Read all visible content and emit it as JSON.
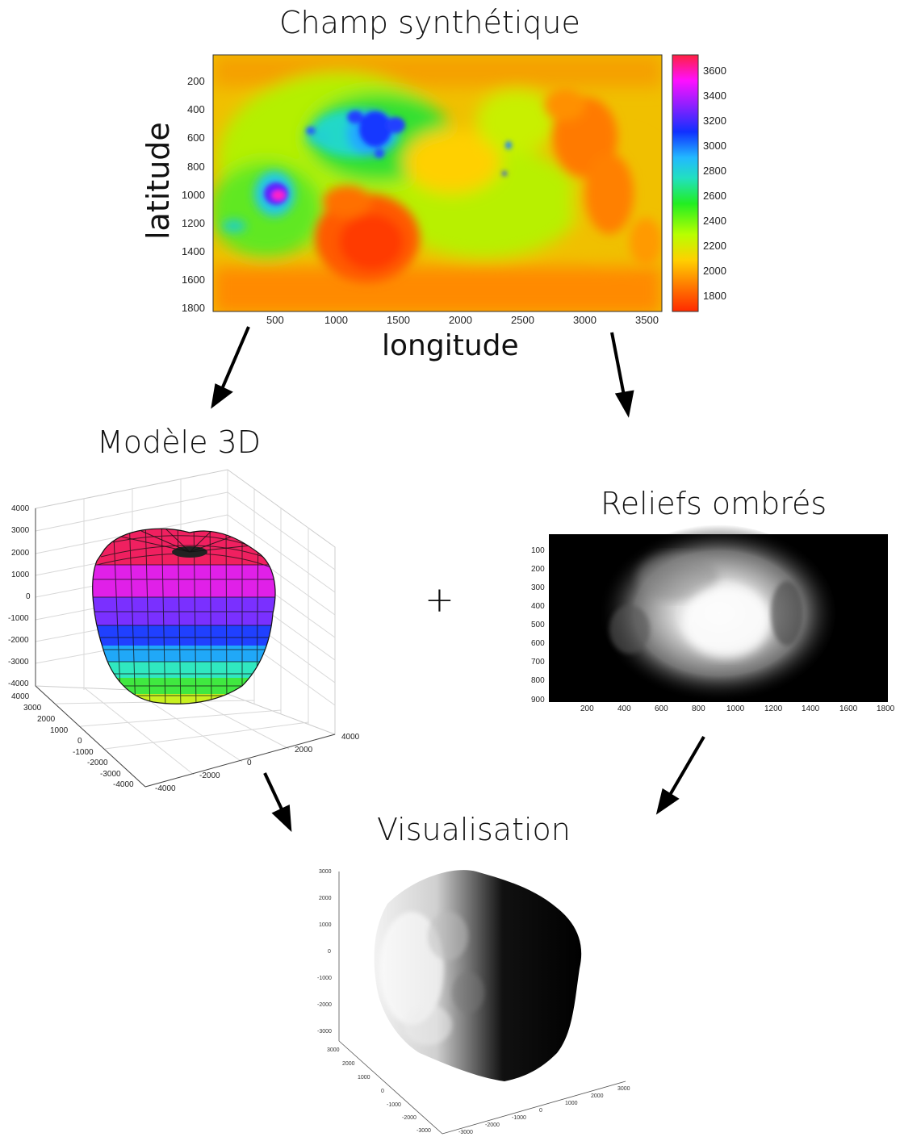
{
  "titles": {
    "champ": "Champ synthétique",
    "modele": "Modèle 3D",
    "reliefs": "Reliefs ombrés",
    "visualisation": "Visualisation",
    "plus": "+"
  },
  "heatmap": {
    "xlabel": "longitude",
    "ylabel": "latitude",
    "x_ticks": [
      "500",
      "1000",
      "1500",
      "2000",
      "2500",
      "3000",
      "3500"
    ],
    "y_ticks": [
      "200",
      "400",
      "600",
      "800",
      "1000",
      "1200",
      "1400",
      "1600",
      "1800"
    ],
    "colorbar_ticks": [
      "3600",
      "3400",
      "3200",
      "3000",
      "2800",
      "2600",
      "2400",
      "2200",
      "2000",
      "1800"
    ]
  },
  "model3d": {
    "z_ticks": [
      "4000",
      "3000",
      "2000",
      "1000",
      "0",
      "-1000",
      "-2000",
      "-3000",
      "-4000"
    ],
    "y_ticks": [
      "4000",
      "3000",
      "2000",
      "1000",
      "0",
      "-1000",
      "-2000",
      "-3000",
      "-4000"
    ],
    "x_ticks": [
      "-4000",
      "-2000",
      "0",
      "2000",
      "4000"
    ]
  },
  "reliefs": {
    "y_ticks": [
      "100",
      "200",
      "300",
      "400",
      "500",
      "600",
      "700",
      "800",
      "900"
    ],
    "x_ticks": [
      "200",
      "400",
      "600",
      "800",
      "1000",
      "1200",
      "1400",
      "1600",
      "1800"
    ]
  },
  "visu": {
    "z_ticks": [
      "3000",
      "2000",
      "1000",
      "0",
      "-1000",
      "-2000",
      "-3000"
    ],
    "y_ticks": [
      "3000",
      "2000",
      "1000",
      "0",
      "-1000",
      "-2000",
      "-3000"
    ],
    "x_ticks": [
      "-3000",
      "-2000",
      "-1000",
      "0",
      "1000",
      "2000",
      "3000"
    ]
  }
}
